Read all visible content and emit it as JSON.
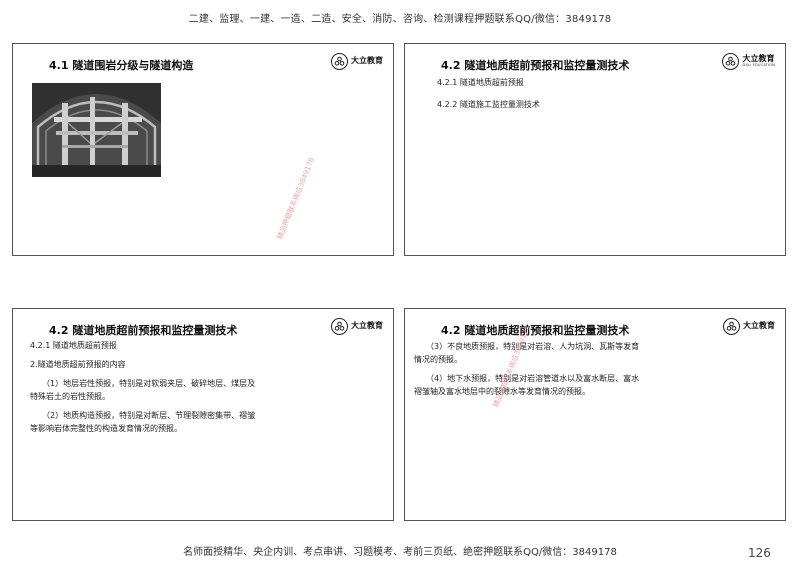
{
  "header_banner": "二建、监理、一建、一造、二造、安全、消防、咨询、检测课程押题联系QQ/微信：3849178",
  "footer_banner": "名师面授精华、央企内训、考点串讲、习题模考、考前三页纸、绝密押题联系QQ/微信：3849178",
  "page_number": "126",
  "logo": {
    "cn": "大立教育",
    "en": "DALI EDUCATION"
  },
  "watermark": "精品押题联系微信3849178",
  "slides": [
    {
      "title": "4.1   隧道围岩分级与隧道构造",
      "lines": []
    },
    {
      "title": "4.2   隧道地质超前预报和监控量测技术",
      "lines": [
        "4.2.1 隧道地质超前预报",
        "4.2.2 隧道施工监控量测技术"
      ]
    },
    {
      "title": "4.2   隧道地质超前预报和监控量测技术",
      "lines": [
        "4.2.1 隧道地质超前预报",
        "2.隧道地质超前预报的内容",
        "（1）地层岩性预报，特别是对软弱夹层、破碎地层、煤层及",
        "特殊岩土的岩性预报。",
        "（2）地质构造预报，特别是对断层、节理裂隙密集带、褶皱",
        "等影响岩体完整性的构造发育情况的预报。"
      ]
    },
    {
      "title": "4.2   隧道地质超前预报和监控量测技术",
      "lines": [
        "（3）不良地质预报，特别是对岩溶、人为坑洞、瓦斯等发育",
        "情况的预报。",
        "（4）地下水预报，特别是对岩溶管道水以及富水断层、富水",
        "褶皱轴及富水地层中的裂隙水等发育情况的预报。"
      ]
    }
  ]
}
